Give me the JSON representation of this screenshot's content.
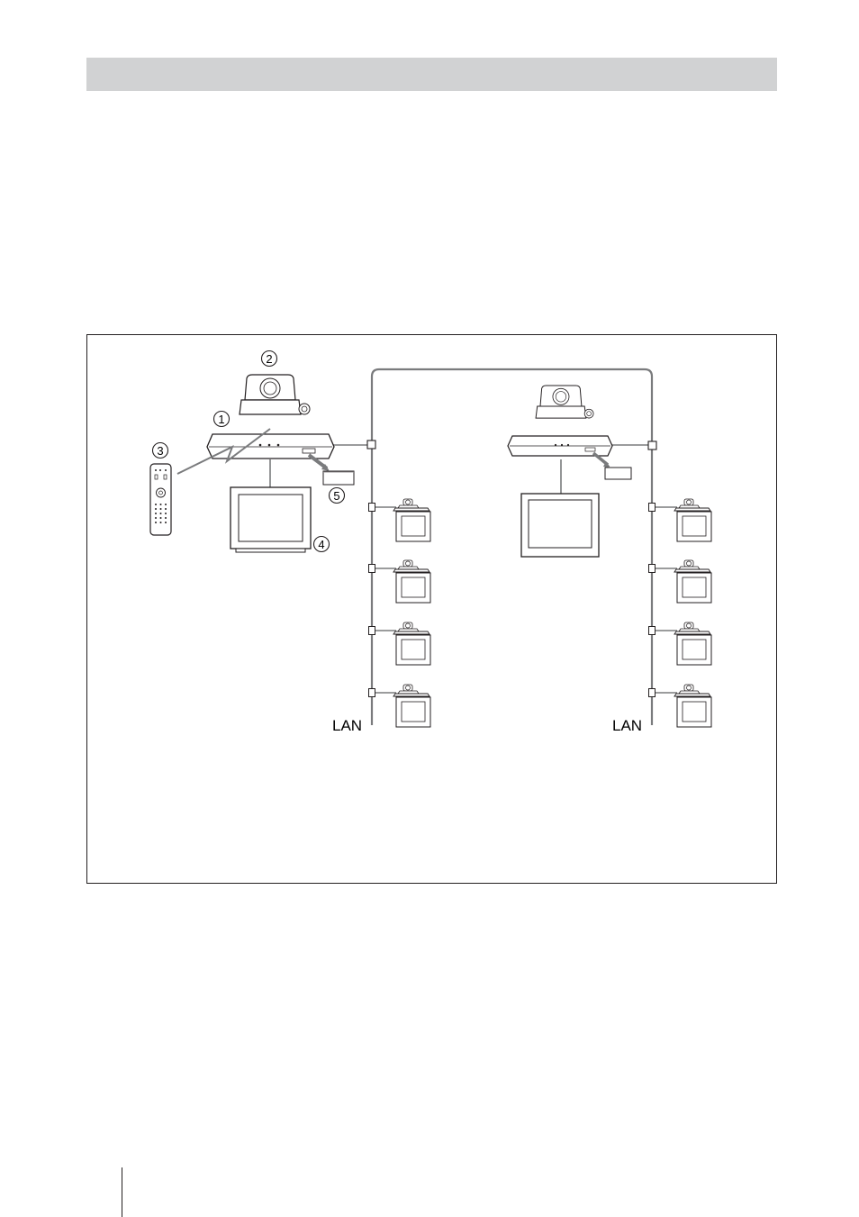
{
  "header": {
    "band_color": "#d1d2d3"
  },
  "diagram": {
    "callouts": {
      "c1": "1",
      "c2": "2",
      "c3": "3",
      "c4": "4",
      "c5": "5"
    },
    "lan_label_left": "LAN",
    "lan_label_right": "LAN",
    "icons": [
      "camera-icon",
      "codec-unit-icon",
      "remote-control-icon",
      "monitor-icon",
      "memory-card-icon",
      "lan-terminal-icon"
    ]
  }
}
